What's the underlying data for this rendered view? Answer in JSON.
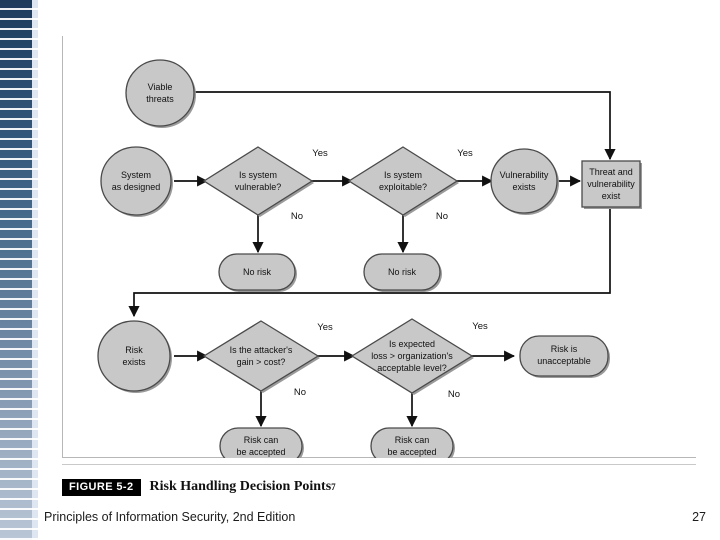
{
  "slide": {
    "footer_title": "Principles of Information Security, 2nd Edition",
    "page_number": "27"
  },
  "figure": {
    "badge": "FIGURE 5-2",
    "caption": "Risk Handling Decision Points",
    "footnote_marker": "7"
  },
  "colors": {
    "shape_fill": "#c8c8c8",
    "shape_stroke": "#4a4a4a",
    "connector": "#111111",
    "sidebar_top": "#1d3b5c",
    "sidebar_bottom": "#b9c6d6"
  },
  "chart_data": {
    "type": "diagram",
    "title": "Risk Handling Decision Points",
    "nodes": [
      {
        "id": "viable-threats",
        "shape": "circle",
        "label_line1": "Viable",
        "label_line2": "threats"
      },
      {
        "id": "system-as-designed",
        "shape": "circle",
        "label_line1": "System",
        "label_line2": "as designed"
      },
      {
        "id": "is-system-vulnerable",
        "shape": "diamond",
        "label_line1": "Is system",
        "label_line2": "vulnerable?"
      },
      {
        "id": "no-risk-1",
        "shape": "rounded",
        "label_line1": "No risk",
        "label_line2": ""
      },
      {
        "id": "is-system-exploitable",
        "shape": "diamond",
        "label_line1": "Is system",
        "label_line2": "exploitable?"
      },
      {
        "id": "no-risk-2",
        "shape": "rounded",
        "label_line1": "No risk",
        "label_line2": ""
      },
      {
        "id": "vulnerability-exists",
        "shape": "circle",
        "label_line1": "Vulnerability",
        "label_line2": "exists"
      },
      {
        "id": "threat-and-vulnerability-exist",
        "shape": "rect",
        "label_line1": "Threat and",
        "label_line2": "vulnerability",
        "label_line3": "exist"
      },
      {
        "id": "risk-exists",
        "shape": "circle",
        "label_line1": "Risk",
        "label_line2": "exists"
      },
      {
        "id": "is-attacker-gain-gt-cost",
        "shape": "diamond",
        "label_line1": "Is the attacker's",
        "label_line2": "gain > cost?"
      },
      {
        "id": "risk-can-be-accepted-1",
        "shape": "rounded",
        "label_line1": "Risk can",
        "label_line2": "be accepted"
      },
      {
        "id": "is-expected-loss-gt-acceptable",
        "shape": "diamond",
        "label_line1": "Is expected",
        "label_line2": "loss > organization's",
        "label_line3": "acceptable level?"
      },
      {
        "id": "risk-can-be-accepted-2",
        "shape": "rounded",
        "label_line1": "Risk can",
        "label_line2": "be accepted"
      },
      {
        "id": "risk-is-unacceptable",
        "shape": "rounded",
        "label_line1": "Risk is",
        "label_line2": "unacceptable"
      }
    ],
    "edge_labels": {
      "yes1": "Yes",
      "no1": "No",
      "yes2": "Yes",
      "no2": "No",
      "yes3": "Yes",
      "no3": "No",
      "yes4": "Yes",
      "no4": "No"
    },
    "edges": [
      {
        "from": "viable-threats",
        "to": "threat-and-vulnerability-exist",
        "label": ""
      },
      {
        "from": "system-as-designed",
        "to": "is-system-vulnerable",
        "label": ""
      },
      {
        "from": "is-system-vulnerable",
        "to": "is-system-exploitable",
        "label": "Yes"
      },
      {
        "from": "is-system-vulnerable",
        "to": "no-risk-1",
        "label": "No"
      },
      {
        "from": "is-system-exploitable",
        "to": "vulnerability-exists",
        "label": "Yes"
      },
      {
        "from": "is-system-exploitable",
        "to": "no-risk-2",
        "label": "No"
      },
      {
        "from": "vulnerability-exists",
        "to": "threat-and-vulnerability-exist",
        "label": ""
      },
      {
        "from": "threat-and-vulnerability-exist",
        "to": "risk-exists",
        "label": ""
      },
      {
        "from": "risk-exists",
        "to": "is-attacker-gain-gt-cost",
        "label": ""
      },
      {
        "from": "is-attacker-gain-gt-cost",
        "to": "is-expected-loss-gt-acceptable",
        "label": "Yes"
      },
      {
        "from": "is-attacker-gain-gt-cost",
        "to": "risk-can-be-accepted-1",
        "label": "No"
      },
      {
        "from": "is-expected-loss-gt-acceptable",
        "to": "risk-is-unacceptable",
        "label": "Yes"
      },
      {
        "from": "is-expected-loss-gt-acceptable",
        "to": "risk-can-be-accepted-2",
        "label": "No"
      }
    ]
  }
}
